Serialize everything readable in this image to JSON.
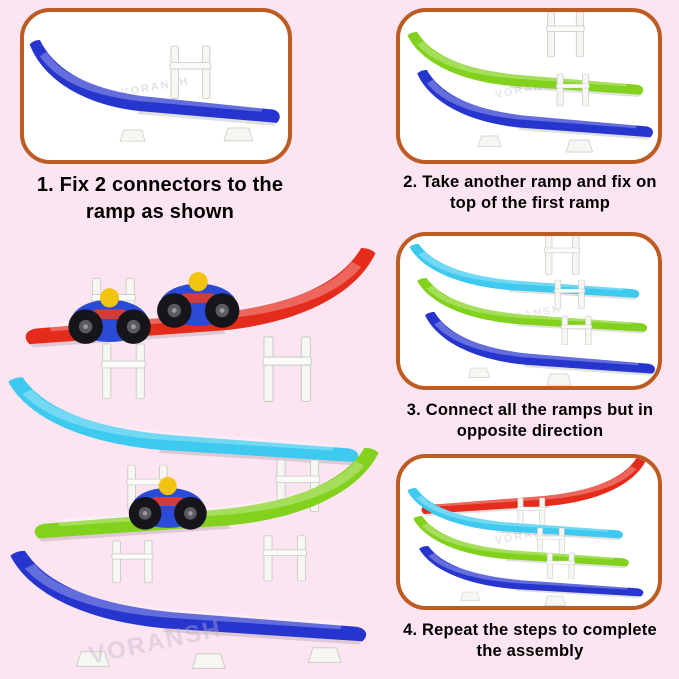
{
  "watermark": "VORANSH",
  "colors": {
    "background": "#fce4f1",
    "panel_border": "#bc5b22",
    "ramp_blue": "#2735cf",
    "ramp_green": "#82d11c",
    "ramp_cyan": "#3ec9ef",
    "ramp_red": "#e52b1c",
    "connector_white": "#f6f6f3",
    "car_blue": "#2a4bd8"
  },
  "steps": [
    {
      "caption": "1. Fix 2 connectors to the ramp as shown"
    },
    {
      "caption": "2. Take another ramp and fix on top of the first ramp"
    },
    {
      "caption": "3. Connect all the ramps but in opposite direction"
    },
    {
      "caption": "4. Repeat the steps to complete the assembly"
    }
  ]
}
